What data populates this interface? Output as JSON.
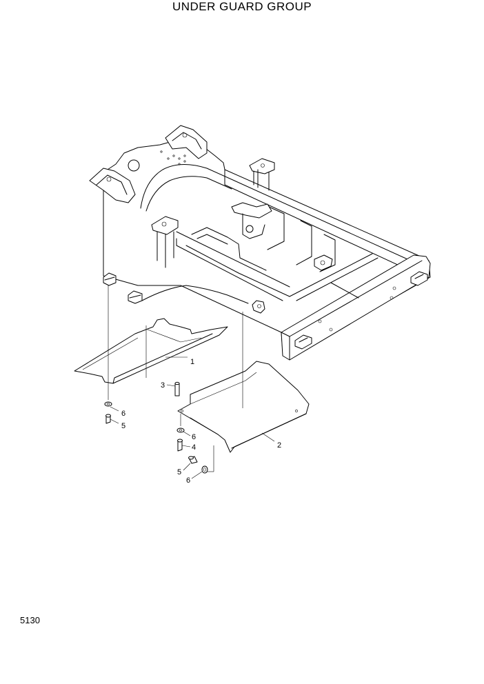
{
  "title": "UNDER GUARD GROUP",
  "page_number": "5130",
  "callouts": [
    {
      "id": "c1",
      "label": "1"
    },
    {
      "id": "c2",
      "label": "2"
    },
    {
      "id": "c3",
      "label": "3"
    },
    {
      "id": "c4",
      "label": "4"
    },
    {
      "id": "c5a",
      "label": "5"
    },
    {
      "id": "c5b",
      "label": "5"
    },
    {
      "id": "c6a",
      "label": "6"
    },
    {
      "id": "c6b",
      "label": "6"
    },
    {
      "id": "c6c",
      "label": "6"
    }
  ]
}
